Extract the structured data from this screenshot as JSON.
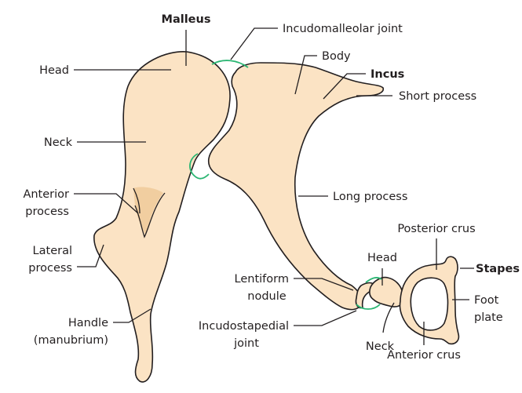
{
  "colors": {
    "bone_fill": "#fbe3c4",
    "bone_shade": "#f1cea0",
    "outline": "#231f20",
    "joint_line": "#2bb673"
  },
  "malleus": {
    "title": "Malleus",
    "head": "Head",
    "neck": "Neck",
    "anterior_process": [
      "Anterior",
      "process"
    ],
    "lateral_process": [
      "Lateral",
      "process"
    ],
    "handle": [
      "Handle",
      "(manubrium)"
    ]
  },
  "incus": {
    "title": "Incus",
    "incudomalleolar_joint": "Incudomalleolar joint",
    "body": "Body",
    "short_process": "Short process",
    "long_process": "Long process",
    "lentiform_nodule": [
      "Lentiform",
      "nodule"
    ],
    "incudostapedial_joint": [
      "Incudostapedial",
      "joint"
    ]
  },
  "stapes": {
    "title": "Stapes",
    "head": "Head",
    "neck": "Neck",
    "posterior_crus": "Posterior crus",
    "anterior_crus": "Anterior crus",
    "foot_plate": [
      "Foot",
      "plate"
    ]
  }
}
